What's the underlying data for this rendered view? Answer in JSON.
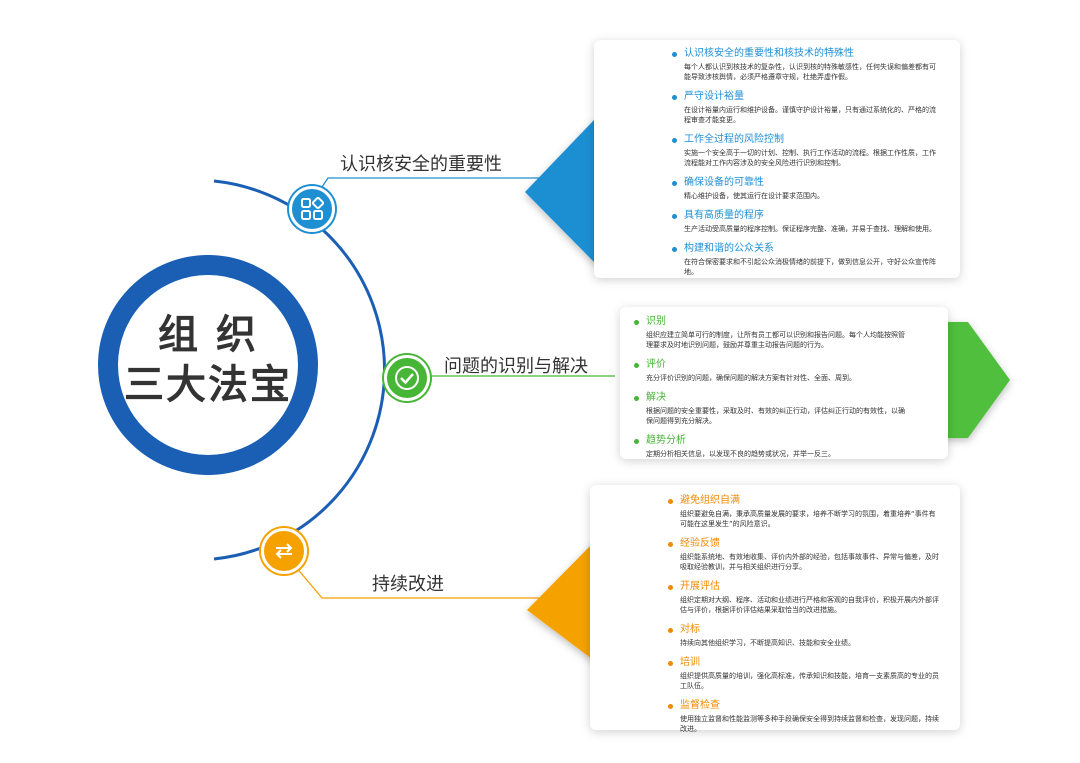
{
  "center": {
    "line1": "组 织",
    "line2": "三大法宝"
  },
  "colors": {
    "blue": "#1f8fd3",
    "green": "#47b536",
    "orange": "#f5a100",
    "ring": "#1a5fb4"
  },
  "branches": [
    {
      "title": "认识核安全的重要性",
      "icon": "grid-apps-icon",
      "items": [
        {
          "title": "认识核安全的重要性和核技术的特殊性",
          "text": "每个人都认识到核技术的复杂性，认识到核的特殊敏感性，任何失误和偏差都有可能导致涉核舆情，必须严格遵章守规，杜绝弄虚作假。"
        },
        {
          "title": "严守设计裕量",
          "text": "在设计裕量内运行和维护设备。谨慎守护设计裕量，只有通过系统化的、严格的流程审查才能变更。"
        },
        {
          "title": "工作全过程的风险控制",
          "text": "实施一个安全高于一切的计划、控制、执行工作活动的流程。根据工作性质，工作流程能对工作内容涉及的安全风险进行识别和控制。"
        },
        {
          "title": "确保设备的可靠性",
          "text": "精心维护设备，使其运行在设计要求范围内。"
        },
        {
          "title": "具有高质量的程序",
          "text": "生产活动受高质量的程序控制。保证程序完整、准确，并易于查找、理解和使用。"
        },
        {
          "title": "构建和谐的公众关系",
          "text": "在符合保密要求和不引起公众消极情绪的前提下，做到信息公开，守好公众宣传阵地。"
        }
      ]
    },
    {
      "title": "问题的识别与解决",
      "icon": "checkmark-icon",
      "items": [
        {
          "title": "识别",
          "text": "组织应建立简单可行的制度，让所有员工都可以识别和报告问题。每个人均能按照管理要求及时地识别问题，鼓励并尊重主动报告问题的行为。"
        },
        {
          "title": "评价",
          "text": "充分评价识别的问题，确保问题的解决方案有针对性、全面、周到。"
        },
        {
          "title": "解决",
          "text": "根据问题的安全重要性，采取及时、有效的纠正行动，评估纠正行动的有效性，以确保问题得到充分解决。"
        },
        {
          "title": "趋势分析",
          "text": "定期分析相关信息，以发现不良的趋势或状况，并举一反三。"
        }
      ]
    },
    {
      "title": "持续改进",
      "icon": "cycle-arrows-icon",
      "items": [
        {
          "title": "避免组织自满",
          "text": "组织要避免自满，秉承高质量发展的要求，培养不断学习的氛围，着重培养“事件有可能在这里发生”的风险意识。"
        },
        {
          "title": "经验反馈",
          "text": "组织能系统地、有效地收集、评价内外部的经验，包括事故事件、异常与偏差，及时吸取经验教训，并与相关组织进行分享。"
        },
        {
          "title": "开展评估",
          "text": "组织定期对大纲、程序、活动和业绩进行严格和客观的自我评价，积极开展内外部评估与评价，根据评价评估结果采取恰当的改进措施。"
        },
        {
          "title": "对标",
          "text": "持续向其他组织学习，不断提高知识、技能和安全业绩。"
        },
        {
          "title": "培训",
          "text": "组织提供高质量的培训，强化高标准，传承知识和技能，培育一支素质高的专业的员工队伍。"
        },
        {
          "title": "监督检查",
          "text": "使用独立监督和性能监测等多种手段确保安全得到持续监督和检查，发现问题，持续改进。"
        }
      ]
    }
  ]
}
